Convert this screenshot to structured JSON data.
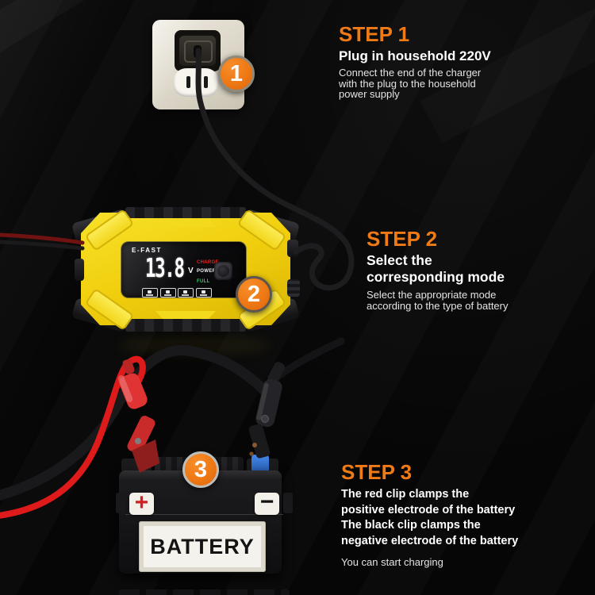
{
  "colors": {
    "accent_orange": "#F07B16",
    "charger_yellow": "#F0CE0D",
    "lcd_charge_red": "#E8251D",
    "lcd_full_green": "#35C95B",
    "clip_red": "#E02020",
    "terminal_blue": "#3A7BD8",
    "background": "#060606"
  },
  "steps": [
    {
      "badge": "1",
      "title": "STEP 1",
      "heading": "Plug in household 220V",
      "body": "Connect the end of the charger\nwith the plug to the household\npower supply"
    },
    {
      "badge": "2",
      "title": "STEP 2",
      "heading": "Select the\ncorresponding mode",
      "body": "Select the appropriate mode\naccording to the type of battery"
    },
    {
      "badge": "3",
      "title": "STEP 3",
      "heading": "The red clip clamps the\npositive electrode of the battery\nThe black clip clamps the\nnegative electrode of the battery",
      "body": "You can start charging"
    }
  ],
  "charger": {
    "brand": "E-FAST",
    "display_value": "13.8",
    "display_unit": "V",
    "indicators": [
      {
        "label": "CHARGE",
        "color": "#E8251D"
      },
      {
        "label": "POWER",
        "color": "#EDEDED"
      },
      {
        "label": "FULL",
        "color": "#35C95B"
      }
    ],
    "mode_button_icons": [
      "mode-icon-1",
      "mode-icon-2",
      "mode-icon-3",
      "mode-icon-4"
    ]
  },
  "battery": {
    "label": "BATTERY",
    "positive_sign": "+",
    "negative_sign": "−"
  }
}
